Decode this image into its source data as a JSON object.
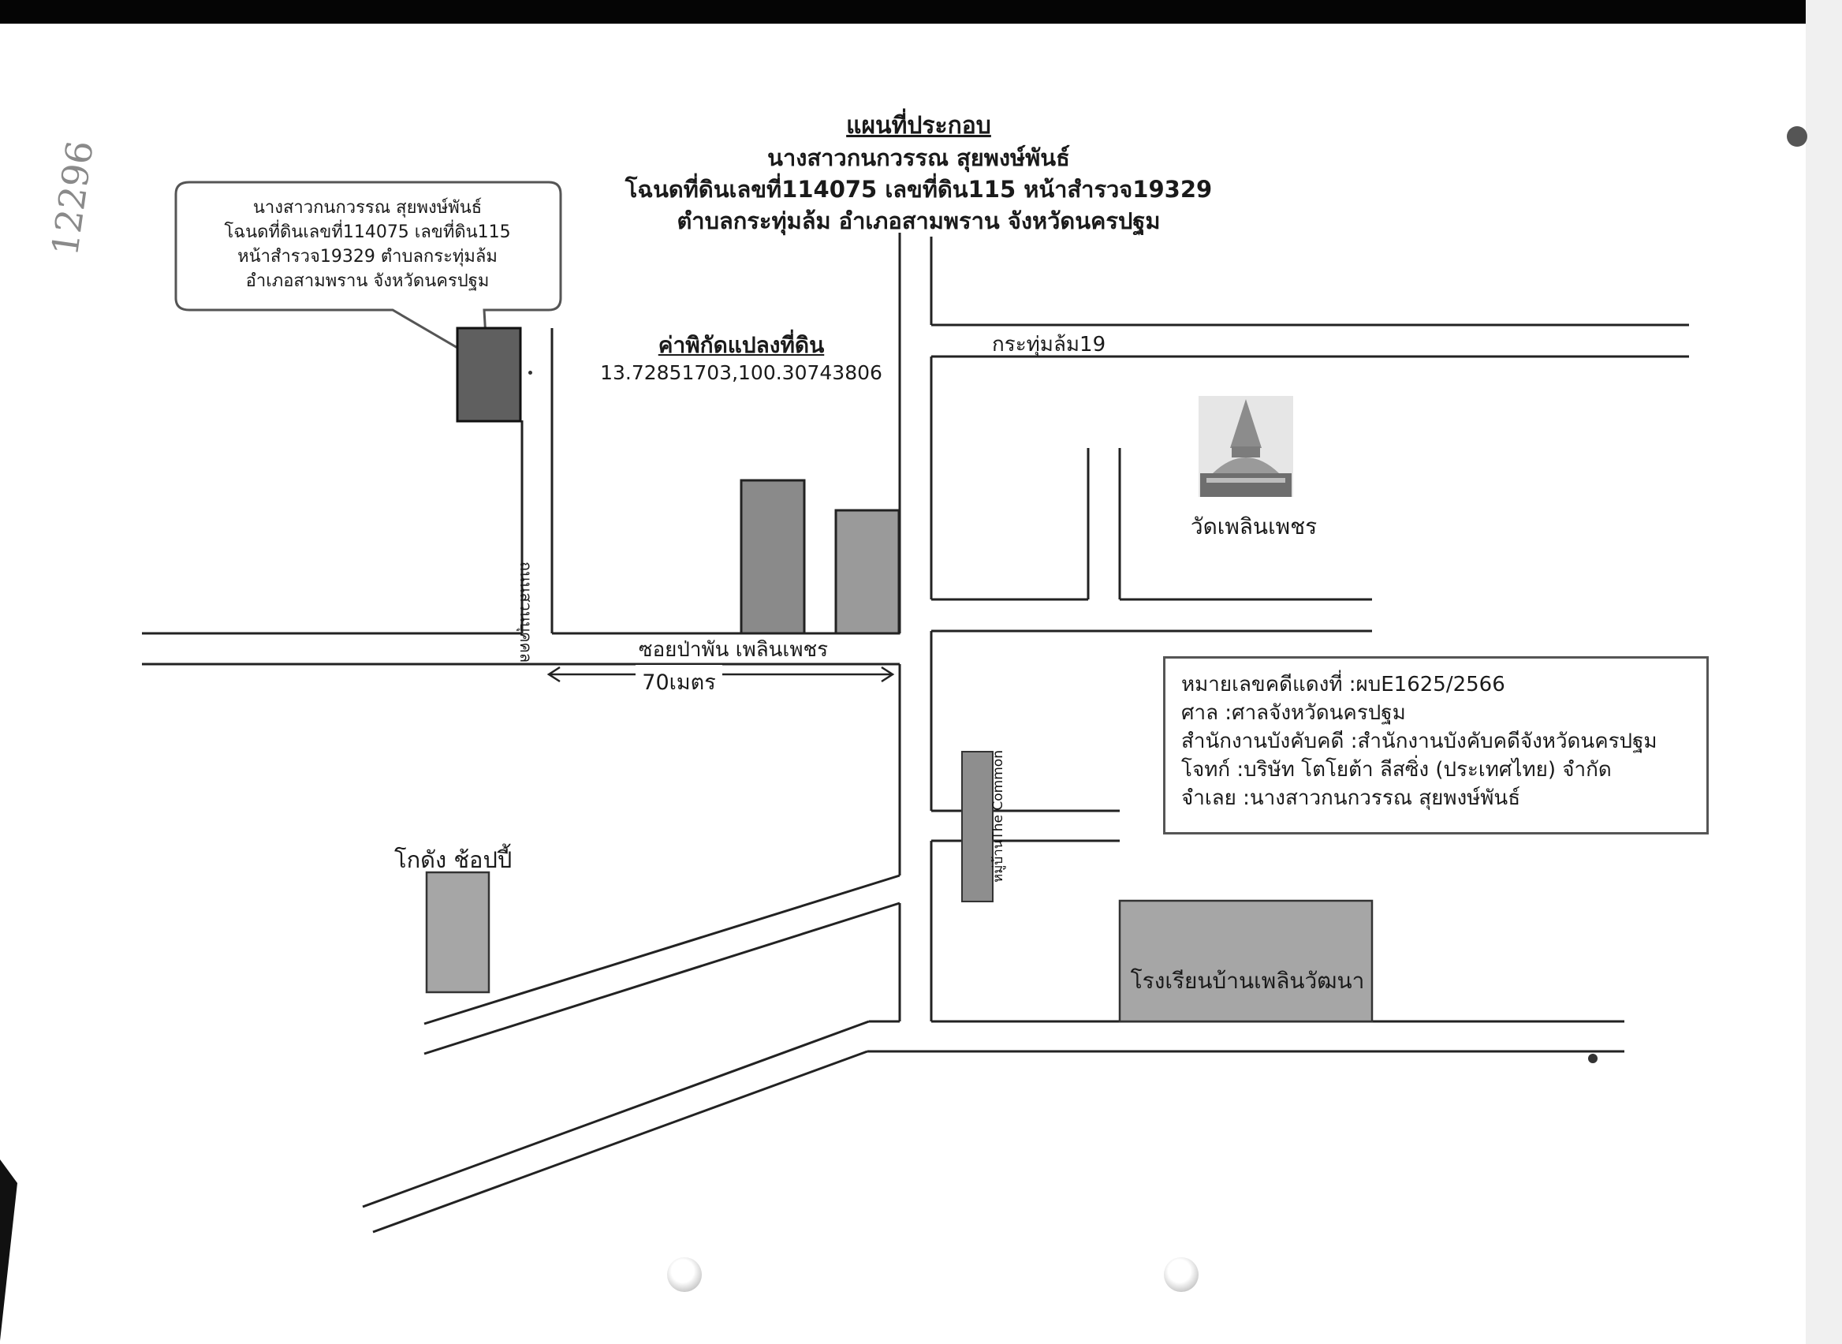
{
  "title": {
    "heading": "แผนที่ประกอบ",
    "owner": "นางสาวกนกวรรณ สุยพงษ์พันธ์",
    "deed": "โฉนดที่ดินเลขที่114075 เลขที่ดิน115 หน้าสำรวจ19329",
    "location": "ตำบลกระทุ่มล้ม อำเภอสามพราน จังหวัดนครปฐม"
  },
  "callout": {
    "lines": [
      "นางสาวกนกวรรณ สุยพงษ์พันธ์",
      "โฉนดที่ดินเลขที่114075 เลขที่ดิน115",
      "หน้าสำรวจ19329 ตำบลกระทุ่มล้ม",
      "อำเภอสามพราน จังหวัดนครปฐม"
    ]
  },
  "coordinates": {
    "heading": "ค่าพิกัดแปลงที่ดิน",
    "value": "13.72851703,100.30743806"
  },
  "roads": {
    "top_road": "กระทุ่มล้ม19",
    "vertical_road": "ถนนสวนบุคคล",
    "main_soi": "ซอยป่าพัน เพลินเพชร",
    "distance": "70เมตร",
    "village": "หมู่บ้านThe Common"
  },
  "landmarks": {
    "temple": "วัดเพลินเพชร",
    "warehouse": "โกดัง ช้อปปี้",
    "school": "โรงเรียนบ้านเพลินวัฒนา"
  },
  "case_info": [
    "หมายเลขคดีแดงที่ :ผบE1625/2566",
    "ศาล :ศาลจังหวัดนครปฐม",
    "สำนักงานบังคับคดี :สำนักงานบังคับคดีจังหวัดนครปฐม",
    "โจทก์ :บริษัท โตโยต้า ลีสซิ่ง (ประเทศไทย) จำกัด",
    "จำเลย :นางสาวกนกวรรณ สุยพงษ์พันธ์"
  ],
  "handwritten_note": "12296",
  "colors": {
    "ink": "#1a1a1a",
    "building_dark": "#5f5f5f",
    "building_mid": "#8f8f8f",
    "building_light": "#a6a6a6"
  }
}
